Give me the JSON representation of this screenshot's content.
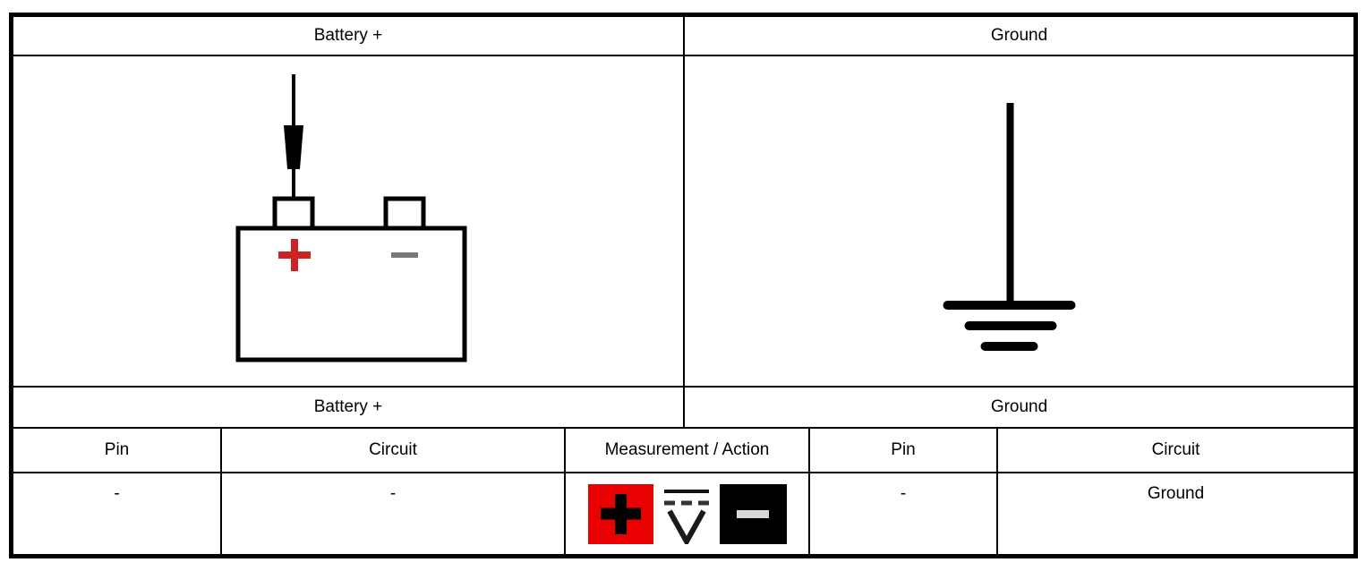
{
  "header_row": {
    "left": "Battery +",
    "right": "Ground"
  },
  "label_row": {
    "left": "Battery +",
    "right": "Ground"
  },
  "columns": [
    "Pin",
    "Circuit",
    "Measurement / Action",
    "Pin",
    "Circuit"
  ],
  "values": {
    "pin_left": "-",
    "circuit_left": "-",
    "pin_right": "-",
    "circuit_right": "Ground"
  },
  "measurement": {
    "icons": [
      "red-positive-probe-icon",
      "dc-voltage-icon",
      "black-negative-probe-icon"
    ],
    "voltage_letter": "V"
  },
  "diagrams": {
    "left": "battery-with-probe-on-positive-terminal",
    "right": "ground-earth-symbol"
  },
  "colors": {
    "border": "#000000",
    "probe_red": "#e90000",
    "probe_black": "#000000",
    "battery_plus_red": "#cc2222",
    "battery_minus_gray": "#777777",
    "minus_on_black": "#d9d9d9"
  }
}
